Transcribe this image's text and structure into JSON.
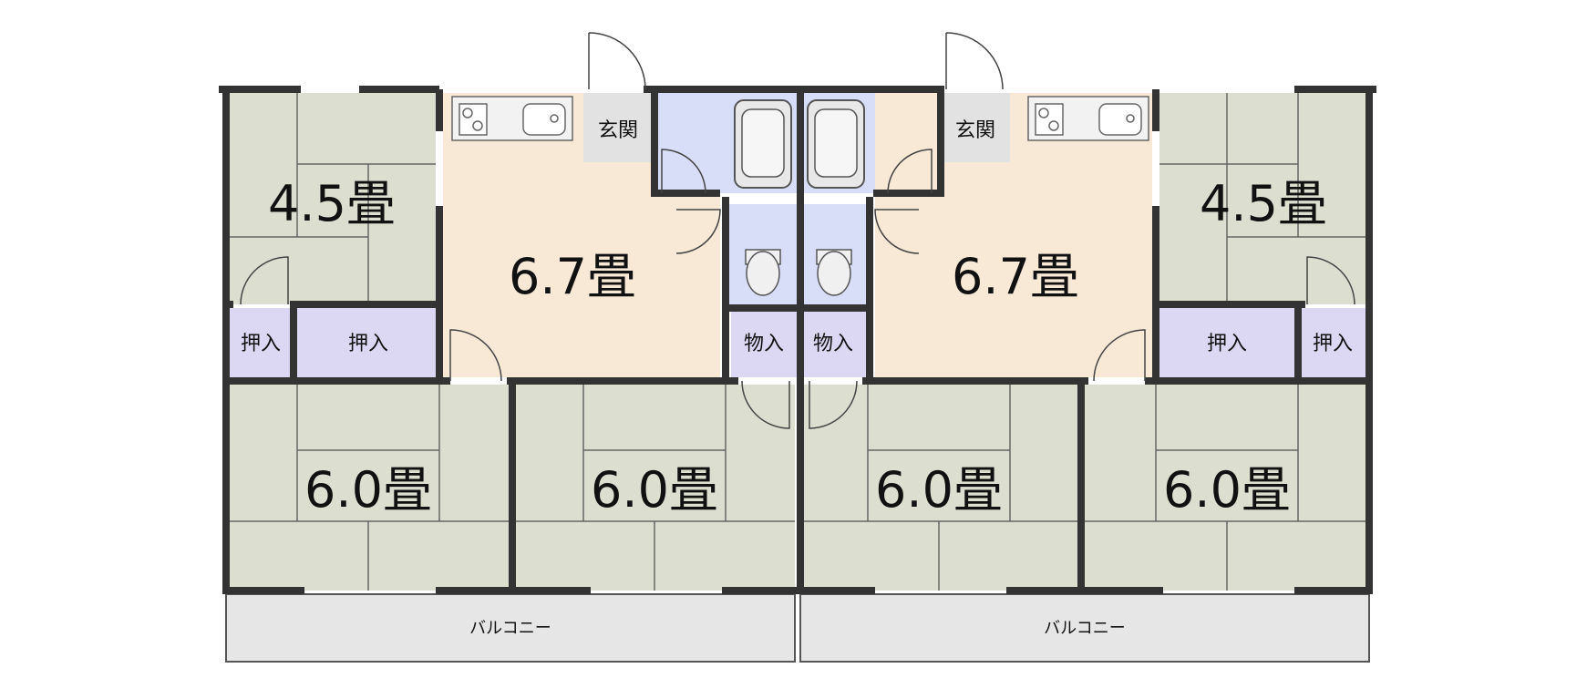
{
  "units": {
    "left": {
      "room_small": "4.5畳",
      "living": "6.7畳",
      "room_a": "6.0畳",
      "room_b": "6.0畳",
      "entrance": "玄関",
      "closet_1": "押入",
      "closet_2": "押入",
      "storage": "物入",
      "balcony": "バルコニー"
    },
    "right": {
      "room_small": "4.5畳",
      "living": "6.7畳",
      "room_a": "6.0畳",
      "room_b": "6.0畳",
      "entrance": "玄関",
      "closet_1": "押入",
      "closet_2": "押入",
      "storage": "物入",
      "balcony": "バルコニー"
    }
  },
  "colors": {
    "tatami": "#dcdfd0",
    "living": "#f8e8d6",
    "bath": "#d8def8",
    "closet": "#dcd8f4",
    "entrance": "#e2e2e2",
    "balcony": "#e6e6e6",
    "wall": "#333333"
  }
}
